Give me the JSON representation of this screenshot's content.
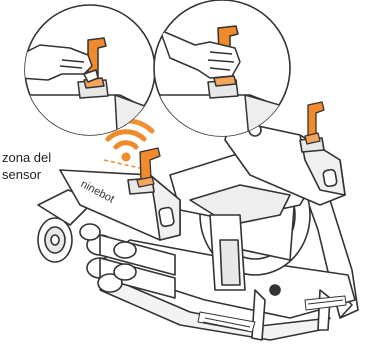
{
  "sensor_label": {
    "line1": "zona del",
    "line2": "sensor"
  },
  "brand_text": "ninebot",
  "colors": {
    "accent": "#f08a2a",
    "outline": "#333333",
    "fill": "#ffffff",
    "shade": "#e8e8e8"
  },
  "icons": [
    "wireless-signal-icon",
    "hand-on-handle-icon",
    "hand-grip-icon"
  ]
}
